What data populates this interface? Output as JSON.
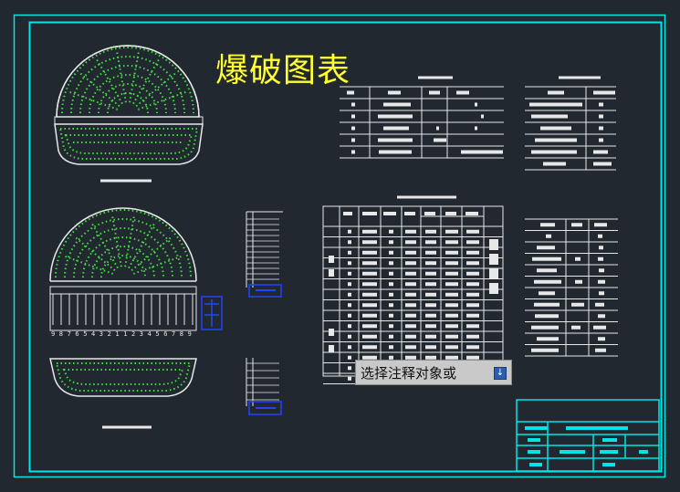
{
  "drawing": {
    "title": "爆破图表",
    "title_color": "#ffff33"
  },
  "tooltip": {
    "text": "选择注释对象或",
    "dropdown_icon": "arrow-down-icon"
  },
  "colors": {
    "background": "#212830",
    "frame": "#00e5e5",
    "lines": "#e8e8e8",
    "holes": "#44dd44",
    "blue": "#2244ff"
  },
  "profile_numbers": [
    "9",
    "8",
    "7",
    "6",
    "5",
    "4",
    "3",
    "2",
    "1",
    "1",
    "2",
    "3",
    "4",
    "5",
    "6",
    "7",
    "8",
    "9"
  ]
}
